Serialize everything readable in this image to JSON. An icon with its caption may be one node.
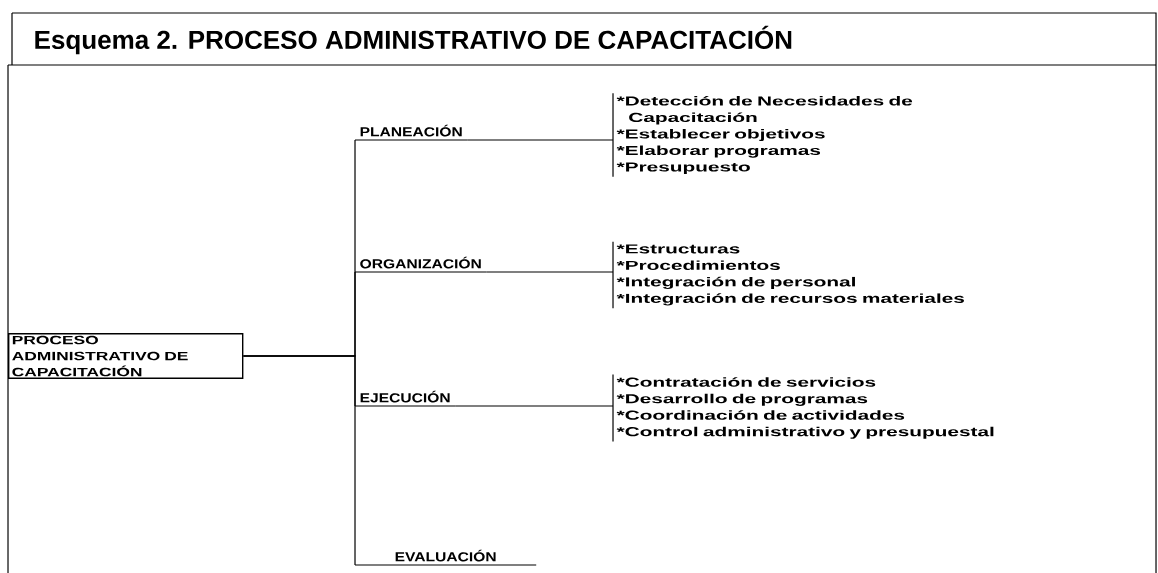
{
  "diagram": {
    "title": "Esquema 2. PROCESO ADMINISTRATIVO DE CAPACITACIÓN",
    "nodes": [
      {
        "text": [
          "PROCESO ADMINISTRATIVO DE CAPACITACIÓN"
        ]
      },
      {
        "text": [
          "PLANEACIÓN"
        ]
      },
      {
        "text": [
          "ORGANIZACIÓN"
        ]
      },
      {
        "text": [
          "EJECUCIÓN"
        ]
      },
      {
        "text": [
          "EVALUACIÓN"
        ]
      },
      {
        "text": [
          "*Detección de Necesidades de Capacitación",
          "*Establecer objetivos",
          "*Elaborar programas",
          "*Presupuesto"
        ]
      },
      {
        "text": [
          "*Estructuras",
          "*Procedimientos",
          "*Integración de personal",
          "*Integración de recursos materiales"
        ]
      },
      {
        "text": [
          "*Contratación de servicios",
          "*Desarrollo de programas",
          "*Coordinación de actividades",
          "*Control administrativo y presupuestal"
        ]
      }
    ],
    "edges": [
      {
        "from": 0,
        "to": 1,
        "arrow": "none"
      },
      {
        "from": 0,
        "to": 2,
        "arrow": "none"
      },
      {
        "from": 0,
        "to": 3,
        "arrow": "none"
      },
      {
        "from": 0,
        "to": 4,
        "arrow": "none"
      },
      {
        "from": 1,
        "to": 5,
        "arrow": "none"
      },
      {
        "from": 2,
        "to": 6,
        "arrow": "none"
      },
      {
        "from": 3,
        "to": 7,
        "arrow": "none"
      }
    ]
  }
}
